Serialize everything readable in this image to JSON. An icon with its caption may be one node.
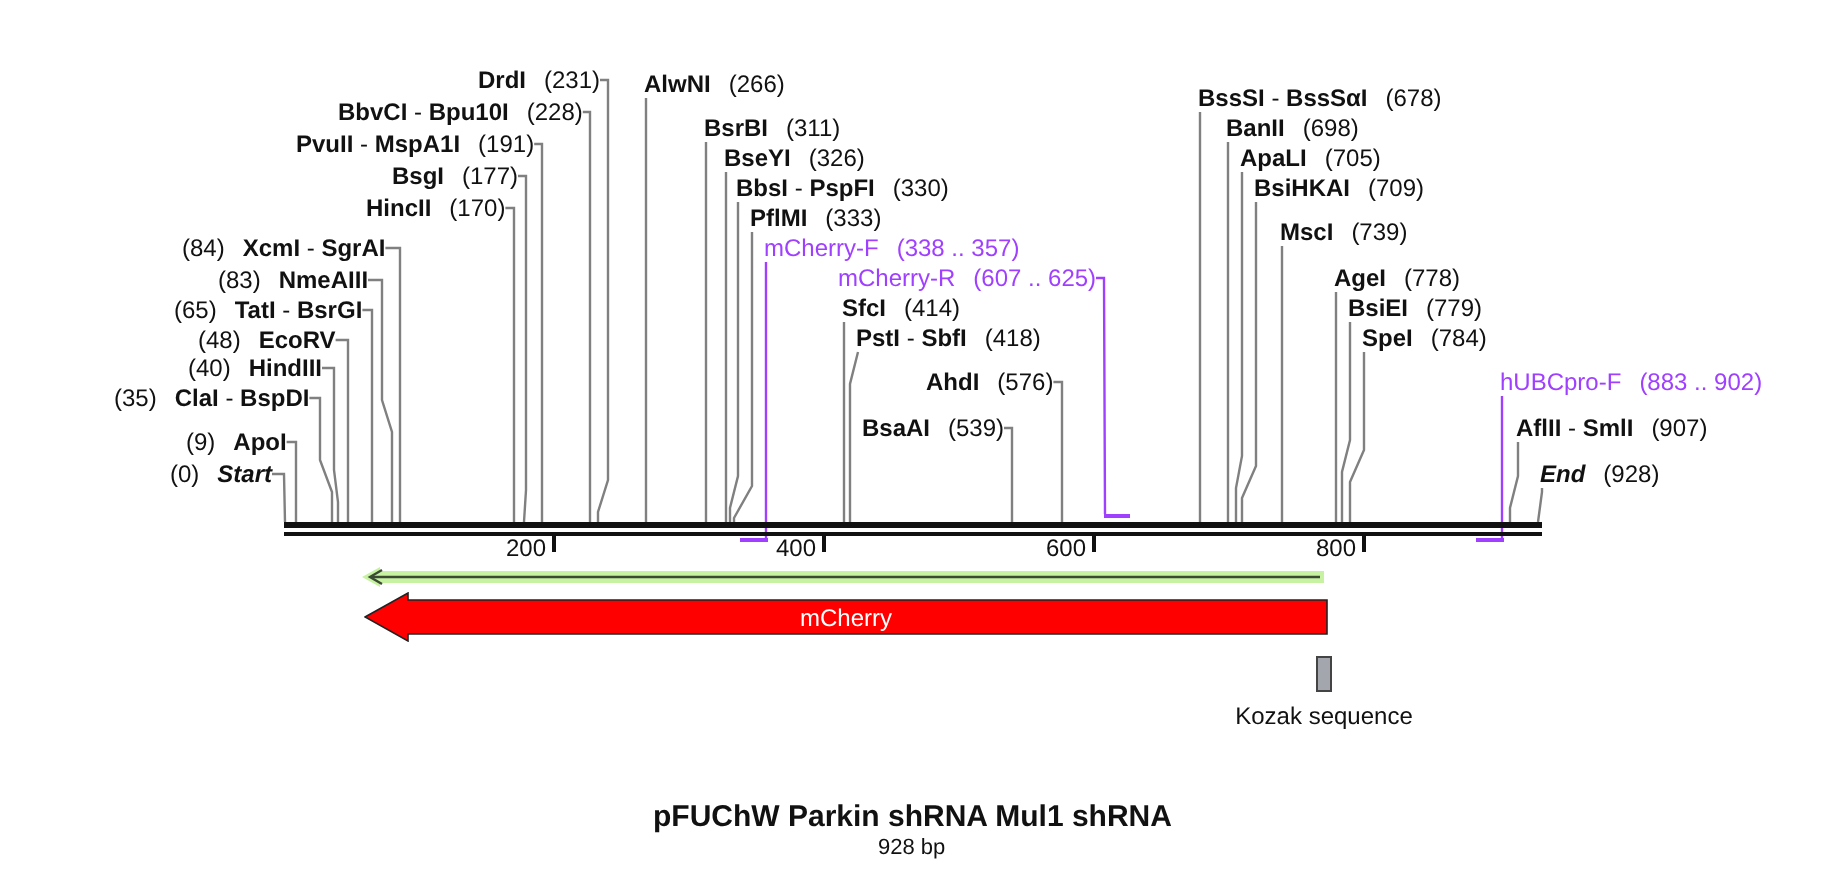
{
  "diagram": {
    "title": "pFUChW Parkin shRNA Mul1 shRNA",
    "caption": "928 bp",
    "nodes": [
      {
        "text": [
          "(0)",
          "Start"
        ]
      },
      {
        "text": [
          "(9)",
          "ApoI"
        ]
      },
      {
        "text": [
          "(35)",
          "**ClaI** - **BspDI**"
        ]
      },
      {
        "text": [
          "(40)",
          "HindIII"
        ]
      },
      {
        "text": [
          "(48)",
          "EcoRV"
        ]
      },
      {
        "text": [
          "(65)",
          "**TatI** - **BsrGI**"
        ]
      },
      {
        "text": [
          "(83)",
          "NmeAIII"
        ]
      },
      {
        "text": [
          "(84)",
          "**XcmI** - **SgrAI**"
        ]
      },
      {
        "text": [
          "HincII",
          "(170)"
        ]
      },
      {
        "text": [
          "BsgI",
          "(177)"
        ]
      },
      {
        "text": [
          "**PvuII** - **MspA1I**",
          "(191)"
        ]
      },
      {
        "text": [
          "**BbvCI** - **Bpu10I**",
          "(228)"
        ]
      },
      {
        "text": [
          "DrdI",
          "(231)"
        ]
      },
      {
        "text": [
          "AlwNI",
          "(266)"
        ]
      },
      {
        "text": [
          "BsrBI",
          "(311)"
        ]
      },
      {
        "text": [
          "BseYI",
          "(326)"
        ]
      },
      {
        "text": [
          "**BbsI** - **PspFI**",
          "(330)"
        ]
      },
      {
        "text": [
          "PflMI",
          "(333)"
        ]
      },
      {
        "text": [
          "mCherry-F",
          "(338 .. 357)"
        ]
      },
      {
        "text": [
          "SfcI",
          "(414)"
        ]
      },
      {
        "text": [
          "**PstI** - **SbfI**",
          "(418)"
        ]
      },
      {
        "text": [
          "BsaAI",
          "(539)"
        ]
      },
      {
        "text": [
          "AhdI",
          "(576)"
        ]
      },
      {
        "text": [
          "mCherry-R",
          "(607 .. 625)"
        ]
      },
      {
        "text": [
          "**BssSI** - **BssSαI**",
          "(678)"
        ]
      },
      {
        "text": [
          "BanII",
          "(698)"
        ]
      },
      {
        "text": [
          "ApaLI",
          "(705)"
        ]
      },
      {
        "text": [
          "BsiHKAI",
          "(709)"
        ]
      },
      {
        "text": [
          "MscI",
          "(739)"
        ]
      },
      {
        "text": [
          "AgeI",
          "(778)"
        ]
      },
      {
        "text": [
          "BsiEI",
          "(779)"
        ]
      },
      {
        "text": [
          "SpeI",
          "(784)"
        ]
      },
      {
        "text": [
          "hUBCpro-F",
          "(883 .. 902)"
        ]
      },
      {
        "text": [
          "**AflII** - **SmlI**",
          "(907)"
        ]
      },
      {
        "text": [
          "End",
          "(928)"
        ]
      },
      {
        "text": [],
        "shape": "bar"
      },
      {
        "text": [],
        "shape": "bar"
      },
      {
        "text": [],
        "shape": "bar"
      },
      {
        "text": [],
        "shape": "bar"
      },
      {
        "text": [
          "mCherry"
        ]
      },
      {
        "text": [
          "Kozak sequence"
        ]
      }
    ],
    "edges": [
      {
        "from": 0,
        "to": 35,
        "arrow": "none"
      },
      {
        "from": 1,
        "to": 35,
        "arrow": "none"
      },
      {
        "from": 2,
        "to": 35,
        "arrow": "none"
      },
      {
        "from": 3,
        "to": 35,
        "arrow": "none"
      },
      {
        "from": 4,
        "to": 35,
        "arrow": "none"
      },
      {
        "from": 5,
        "to": 35,
        "arrow": "none"
      },
      {
        "from": 6,
        "to": 35,
        "arrow": "none"
      },
      {
        "from": 7,
        "to": 35,
        "arrow": "none"
      },
      {
        "from": 8,
        "to": 35,
        "arrow": "none"
      },
      {
        "from": 9,
        "to": 35,
        "arrow": "none"
      },
      {
        "from": 10,
        "to": 35,
        "arrow": "none"
      },
      {
        "from": 11,
        "to": 35,
        "arrow": "none"
      },
      {
        "from": 12,
        "to": 35,
        "arrow": "none"
      },
      {
        "from": 13,
        "to": 35,
        "arrow": "none"
      },
      {
        "from": 14,
        "to": 35,
        "arrow": "none"
      },
      {
        "from": 15,
        "to": 35,
        "arrow": "none"
      },
      {
        "from": 16,
        "to": 35,
        "arrow": "none"
      },
      {
        "from": 17,
        "to": 35,
        "arrow": "none"
      },
      {
        "from": 18,
        "to": 36,
        "arrow": "none",
        "color": "#a040ff"
      },
      {
        "from": 19,
        "to": 35,
        "arrow": "none"
      },
      {
        "from": 20,
        "to": 35,
        "arrow": "none"
      },
      {
        "from": 21,
        "to": 35,
        "arrow": "none"
      },
      {
        "from": 22,
        "to": 35,
        "arrow": "none"
      },
      {
        "from": 23,
        "to": 37,
        "arrow": "none",
        "color": "#a040ff"
      },
      {
        "from": 24,
        "to": 35,
        "arrow": "none"
      },
      {
        "from": 25,
        "to": 35,
        "arrow": "none"
      },
      {
        "from": 26,
        "to": 35,
        "arrow": "none"
      },
      {
        "from": 27,
        "to": 35,
        "arrow": "none"
      },
      {
        "from": 28,
        "to": 35,
        "arrow": "none"
      },
      {
        "from": 29,
        "to": 35,
        "arrow": "none"
      },
      {
        "from": 30,
        "to": 35,
        "arrow": "none"
      },
      {
        "from": 31,
        "to": 35,
        "arrow": "none"
      },
      {
        "from": 32,
        "to": 38,
        "arrow": "none",
        "color": "#a040ff"
      },
      {
        "from": 33,
        "to": 35,
        "arrow": "none"
      },
      {
        "from": 34,
        "to": 35,
        "arrow": "none"
      }
    ],
    "labels": [
      "200",
      "400",
      "600",
      "800"
    ]
  }
}
